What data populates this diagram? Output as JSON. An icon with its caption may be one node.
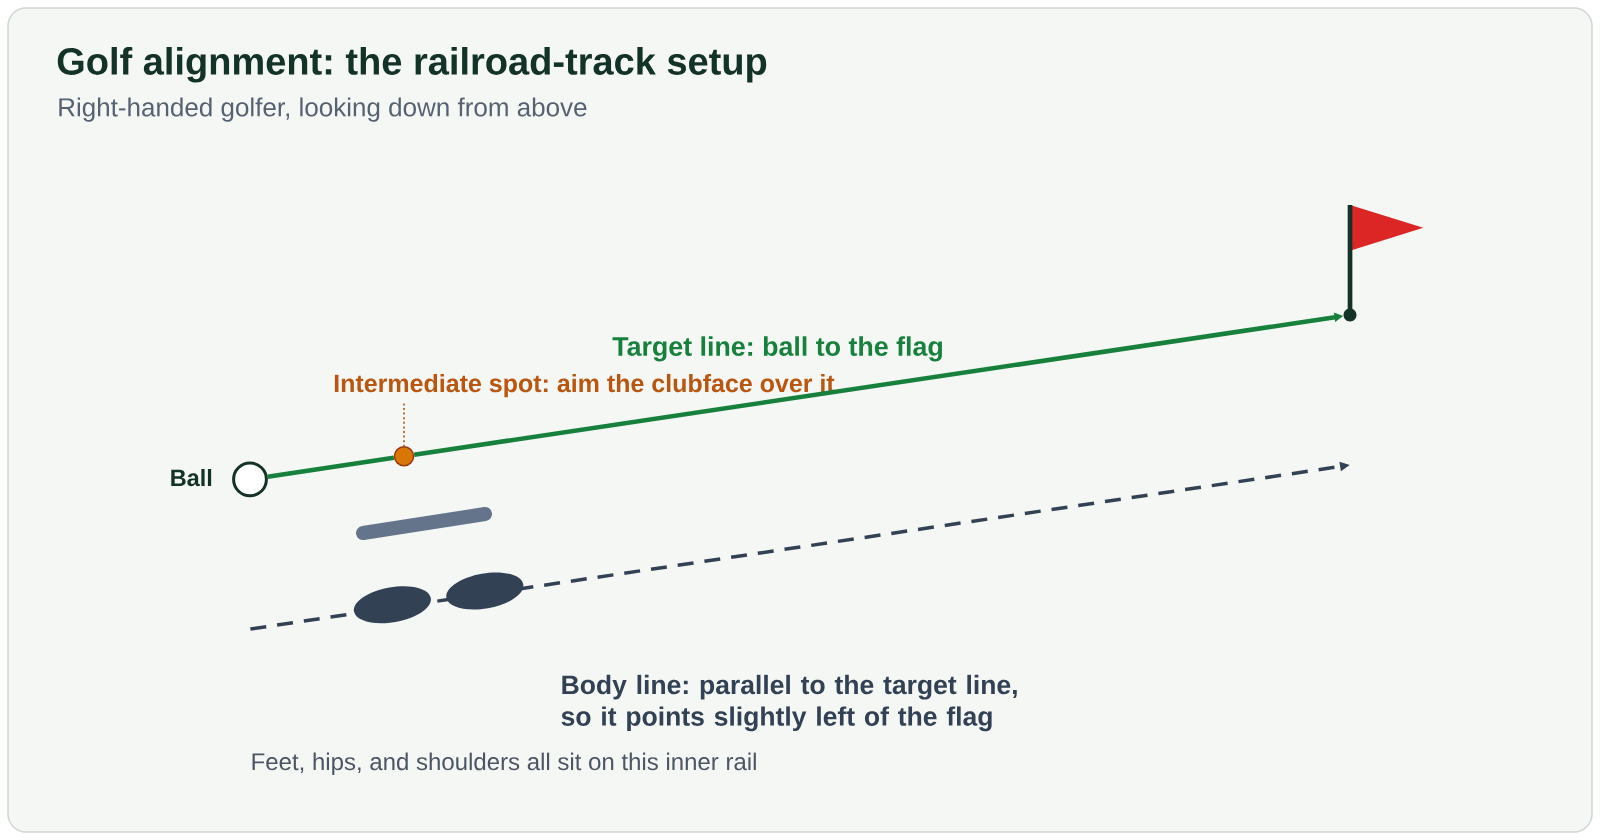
{
  "diagram": {
    "title": "Golf alignment: the railroad-track setup",
    "nodes": [
      {
        "text": [],
        "shape": "circle",
        "beside": [
          "Ball"
        ]
      },
      {
        "text": [
          "Intermediate spot: aim the clubface over it"
        ]
      },
      {
        "text": [],
        "shape": "circle"
      },
      {
        "text": [],
        "shape": "picture"
      }
    ],
    "edges": [
      {
        "from": 0,
        "to": 2,
        "arrow": "none"
      },
      {
        "from": 2,
        "to": 3,
        "arrow": "to",
        "label": "Target line: ball to the flag"
      },
      {
        "from": 1,
        "to": 2,
        "arrow": "none",
        "style": "dashed",
        "color": "#b45309"
      }
    ],
    "labels": [
      "Right-handed golfer, looking down from above",
      "Body line: parallel to the target line, so it points slightly left of the flag",
      "Feet, hips, and shoulders all sit on this inner rail"
    ]
  }
}
